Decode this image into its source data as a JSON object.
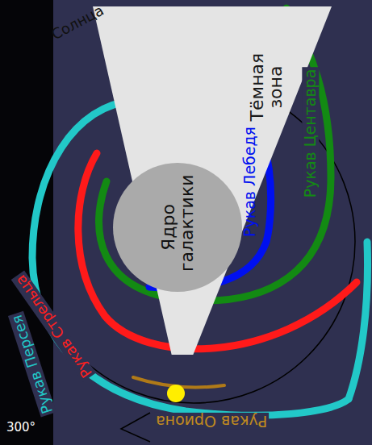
{
  "diagram": {
    "nodes": [
      {
        "text": [
          "Тёмная зона"
        ]
      },
      {
        "text": [
          "Ядро галактики"
        ]
      }
    ],
    "labels": [
      "Солнца",
      "Рукав Лебедя",
      "Рукав Центавра",
      "Рукав Стрельца",
      "Рукав Персея",
      "Рукав Ориона",
      "300°"
    ]
  }
}
